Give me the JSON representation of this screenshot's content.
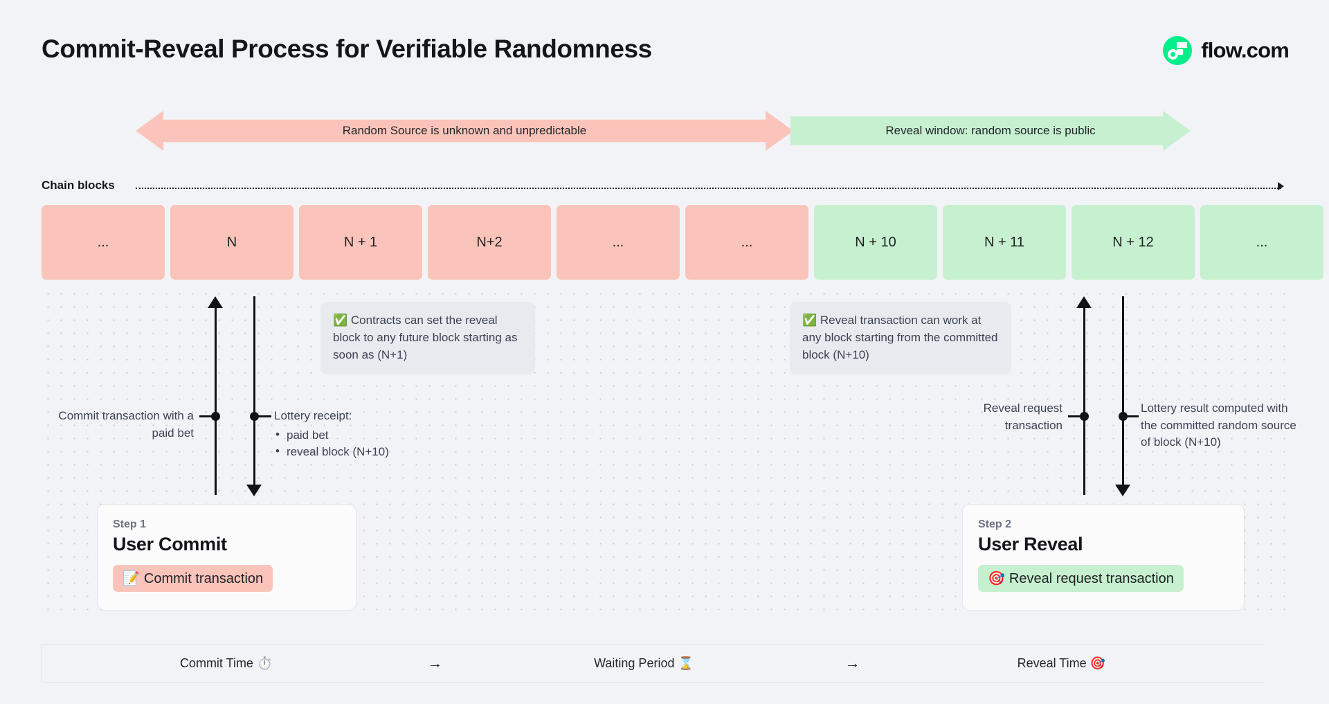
{
  "header": {
    "title": "Commit-Reveal Process for Verifiable Randomness",
    "brand_name": "flow.com",
    "brand_color": "#00ef8b"
  },
  "banners": [
    {
      "id": "unknown",
      "label": "Random Source is unknown and unpredictable",
      "color": "#fbc4ba",
      "direction": "both"
    },
    {
      "id": "reveal",
      "label": "Reveal window: random source is public",
      "color": "#c6f0cf",
      "direction": "right"
    }
  ],
  "chain": {
    "label": "Chain blocks",
    "blocks": [
      {
        "label": "...",
        "tone": "pink"
      },
      {
        "label": "N",
        "tone": "pink"
      },
      {
        "label": "N + 1",
        "tone": "pink"
      },
      {
        "label": "N+2",
        "tone": "pink"
      },
      {
        "label": "...",
        "tone": "pink"
      },
      {
        "label": "...",
        "tone": "pink"
      },
      {
        "label": "N + 10",
        "tone": "green"
      },
      {
        "label": "N + 11",
        "tone": "green"
      },
      {
        "label": "N + 12",
        "tone": "green"
      },
      {
        "label": "...",
        "tone": "green"
      }
    ]
  },
  "callouts": [
    {
      "id": "commit-flexibility",
      "emoji": "✅",
      "text": "Contracts can set the reveal block to any future block starting as soon as (N+1)"
    },
    {
      "id": "reveal-flexibility",
      "emoji": "✅",
      "text": "Reveal transaction can work at any block starting from the committed block (N+10)"
    }
  ],
  "annotations": {
    "commit_transaction": "Commit transaction with a paid bet",
    "lottery_receipt_title": "Lottery receipt:",
    "lottery_receipt_items": [
      "paid bet",
      "reveal block (N+10)"
    ],
    "reveal_request": "Reveal request transaction",
    "lottery_result": "Lottery result computed with the committed random source of block (N+10)"
  },
  "steps": [
    {
      "kicker": "Step 1",
      "heading": "User Commit",
      "pill_emoji": "📝",
      "pill_label": "Commit transaction",
      "pill_tone": "pink"
    },
    {
      "kicker": "Step 2",
      "heading": "User Reveal",
      "pill_emoji": "🎯",
      "pill_label": "Reveal request transaction",
      "pill_tone": "green"
    }
  ],
  "phase_bar": {
    "phases": [
      {
        "label": "Commit Time",
        "emoji": "⏱️"
      },
      {
        "label": "Waiting Period",
        "emoji": "⌛"
      },
      {
        "label": "Reveal Time",
        "emoji": "🎯"
      }
    ],
    "separator": "→"
  }
}
